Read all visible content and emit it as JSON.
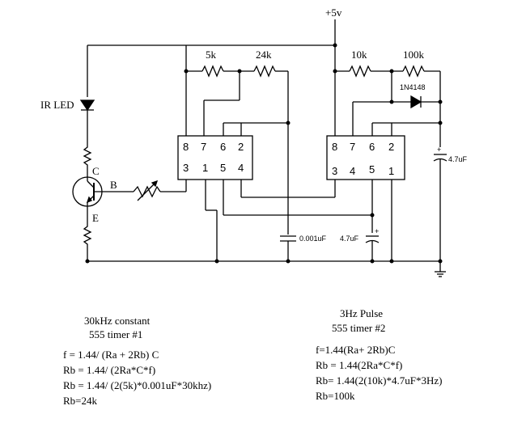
{
  "supply": {
    "label": "+5v"
  },
  "components": {
    "r_5k": "5k",
    "r_24k": "24k",
    "r_10k": "10k",
    "r_100k": "100k",
    "diode": "1N4148",
    "c_4u7_top": "4.7uF",
    "c_001": "0.001uF",
    "c_4u7_mid": "4.7uF",
    "ir_led": "IR LED"
  },
  "transistor": {
    "c": "C",
    "b": "B",
    "e": "E"
  },
  "timer1_pins": {
    "top": [
      "8",
      "7",
      "6",
      "2"
    ],
    "bottom": [
      "3",
      "1",
      "5",
      "4"
    ]
  },
  "timer2_pins": {
    "top": [
      "8",
      "7",
      "6",
      "2"
    ],
    "bottom": [
      "3",
      "4",
      "5",
      "1"
    ]
  },
  "notes": {
    "timer1": {
      "title": "30kHz constant",
      "subtitle": "555 timer #1",
      "lines": [
        "f = 1.44/ (Ra + 2Rb) C",
        "Rb = 1.44/ (2Ra*C*f)",
        "Rb = 1.44/ (2(5k)*0.001uF*30khz)",
        "Rb=24k"
      ]
    },
    "timer2": {
      "title": "3Hz Pulse",
      "subtitle": "555 timer #2",
      "lines": [
        "f=1.44(Ra+ 2Rb)C",
        "Rb = 1.44(2Ra*C*f)",
        "Rb= 1.44(2(10k)*4.7uF*3Hz)",
        "Rb=100k"
      ]
    }
  }
}
